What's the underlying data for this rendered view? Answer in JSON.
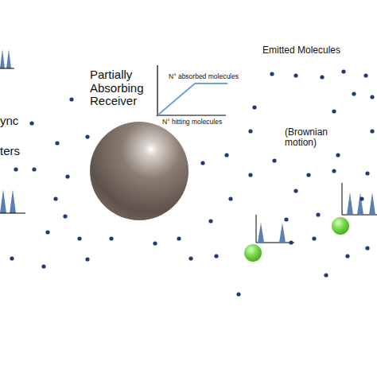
{
  "diagram": {
    "labels": [
      "Partially Absorbing Receiver",
      "N° absorbed molecules",
      "N° hitting molecules",
      "Emitted Molecules",
      "(Brownian motion)",
      "ync",
      "ters"
    ]
  }
}
